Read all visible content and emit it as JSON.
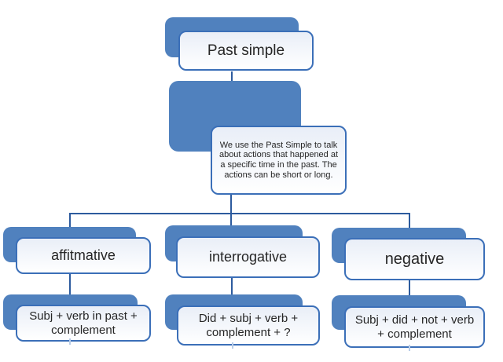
{
  "diagram": {
    "type": "hierarchy-flowchart",
    "topic": "Past simple tense",
    "root_node": {
      "label": "Past simple"
    },
    "description_node": {
      "text": "We use the Past Simple to talk about actions that happened at a specific time in the past. The actions can be short or long."
    },
    "branches": [
      {
        "label": "affitmative",
        "formula": "Subj + verb in past + complement"
      },
      {
        "label": "interrogative",
        "formula": "Did + subj + verb + complement + ?"
      },
      {
        "label": "negative",
        "formula": "Subj + did + not + verb + complement"
      }
    ],
    "colors": {
      "shape_fill": "#5081be",
      "box_border": "#3b6fb8",
      "box_fill_top": "#e9eef7",
      "connector": "#2d5b9e",
      "text": "#262626",
      "background": "#ffffff"
    }
  }
}
